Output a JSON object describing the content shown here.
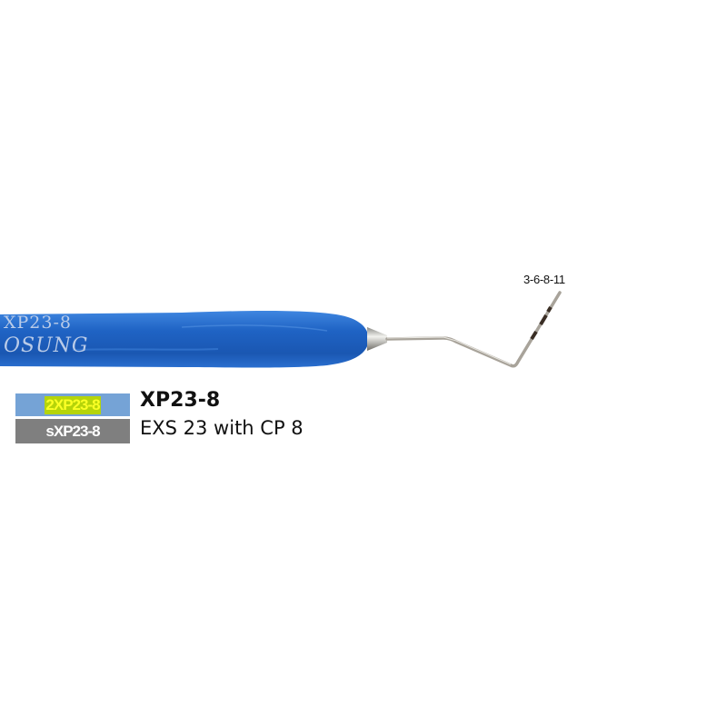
{
  "product": {
    "handle_engraving": {
      "line1": "XP23-8",
      "line2": "OSUNG"
    },
    "tip_markings": "3-6-8-11",
    "codes": [
      {
        "label": "2XP23-8",
        "box_color": "#75a3d6",
        "highlight_color": "#b5d40a",
        "text_color": "#fbff25"
      },
      {
        "label": "sXP23-8",
        "box_color": "#7f7f7f",
        "text_color": "#ffffff"
      }
    ],
    "model": "XP23-8",
    "description": "EXS 23 with CP 8",
    "colors": {
      "handle": "#1f63c4",
      "shaft": "#a8a39a",
      "background": "#ffffff"
    }
  }
}
